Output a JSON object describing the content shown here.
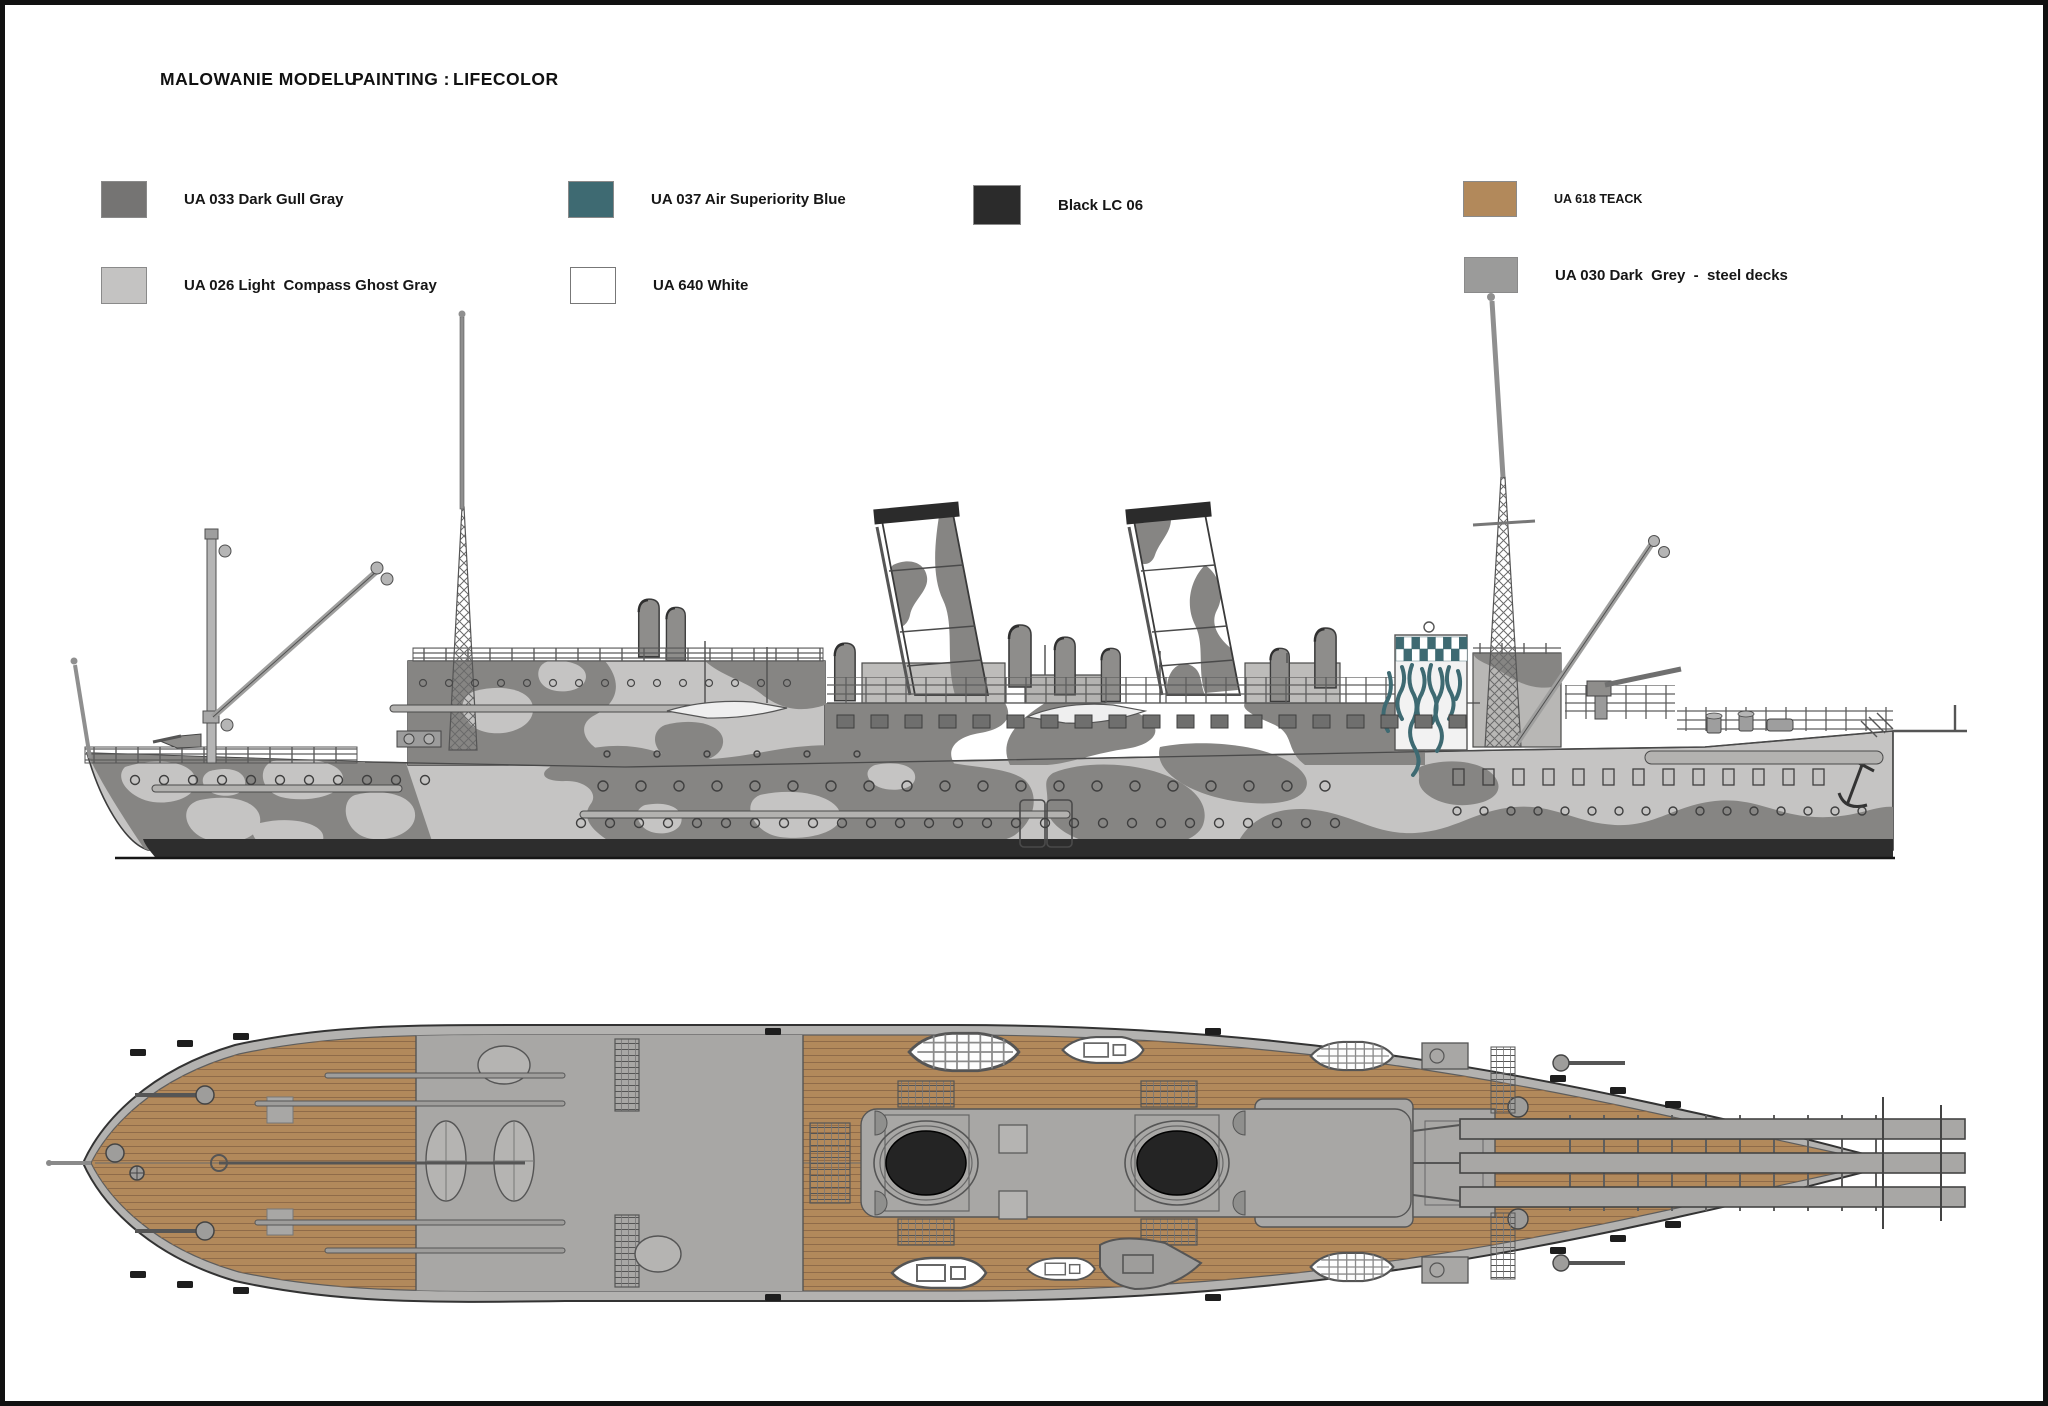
{
  "header": {
    "title_left": "MALOWANIE MODELU",
    "title_mid": "PAINTING :",
    "title_right": "LIFECOLOR"
  },
  "legend": {
    "items": [
      {
        "label": "UA 033 Dark Gull Gray",
        "swatch": "#757473"
      },
      {
        "label": "UA 037 Air Superiority Blue",
        "swatch": "#3e6a72"
      },
      {
        "label": "Black LC 06",
        "swatch": "#2b2b2b"
      },
      {
        "label": "UA 618 TEACK",
        "swatch": "#b2895b"
      },
      {
        "label": "UA 026 Light  Compass Ghost Gray",
        "swatch": "#c4c3c2"
      },
      {
        "label": "UA 640 White",
        "swatch": "#ffffff"
      },
      {
        "label": "UA 030 Dark  Grey  -  steel decks",
        "swatch": "#9b9b9a"
      }
    ]
  },
  "palette": {
    "hull_light_camo": "#c5c4c3",
    "hull_dark_camo": "#868583",
    "boot_topping_black": "#2d2d2d",
    "teak_deck": "#b2895b",
    "plank_line": "#8f6b49",
    "steel_deck_gray": "#a8a7a5",
    "dazzle_teal": "#3e6a72",
    "funnel_cap_black": "#2b2b2b",
    "boat_white": "#fcfcfc",
    "outline": "#3c3c3c"
  }
}
